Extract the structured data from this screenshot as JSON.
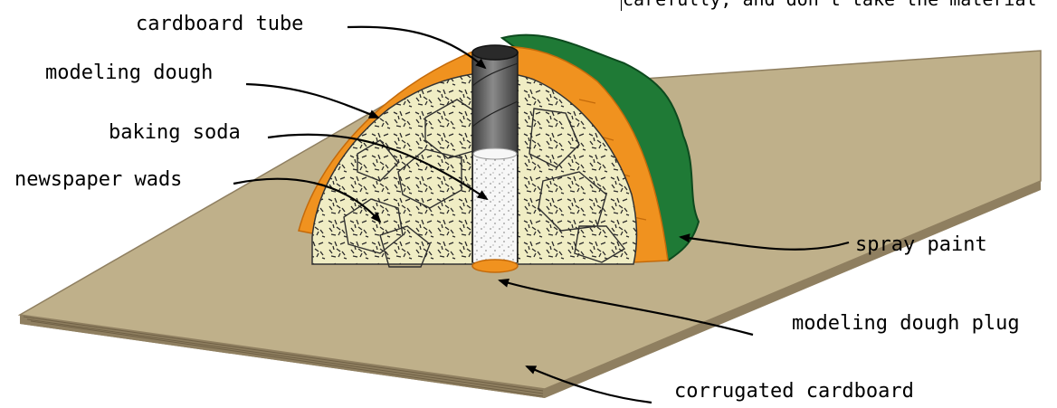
{
  "labels": {
    "cardboard_tube": "cardboard tube",
    "modeling_dough": "modeling dough",
    "baking_soda": "baking soda",
    "newspaper_wads": "newspaper wads",
    "spray_paint": "spray paint",
    "modeling_dough_plug": "modeling dough plug",
    "corrugated_cardboard": "corrugated cardboard"
  },
  "top_cut_text": "carefully, and don't take the material",
  "colors": {
    "cardboard_top": "#bfb08a",
    "cardboard_edge": "#8f7f60",
    "dough_orange": "#f0921f",
    "paper_wad": "#f0edc4",
    "spray_green": "#1f7a36",
    "tube_gray": "#5c5c5c",
    "soda_white": "#f7f7f7",
    "arrow": "#000000"
  }
}
